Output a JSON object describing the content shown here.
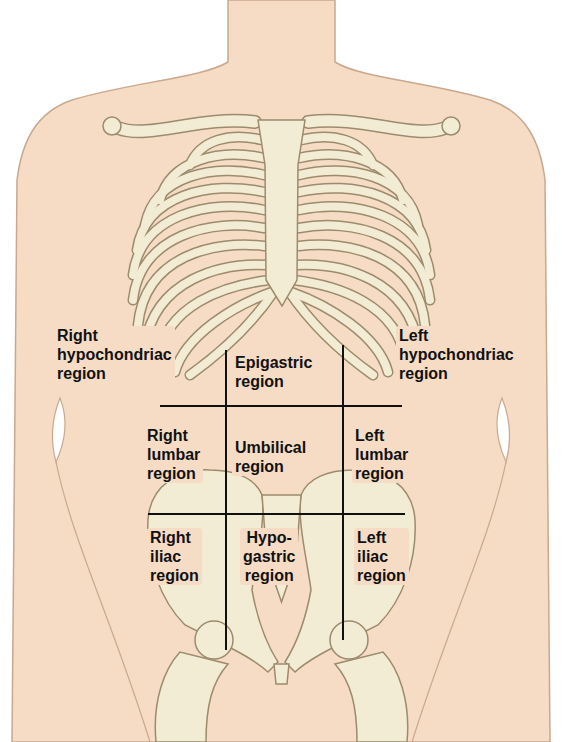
{
  "diagram": {
    "labels": [
      "Right hypochondriac region",
      "Epigastric region",
      "Left hypochondriac region",
      "Right lumbar region",
      "Umbilical region",
      "Left lumbar region",
      "Right iliac region",
      "Hypo- gastric region",
      "Left iliac region"
    ]
  }
}
